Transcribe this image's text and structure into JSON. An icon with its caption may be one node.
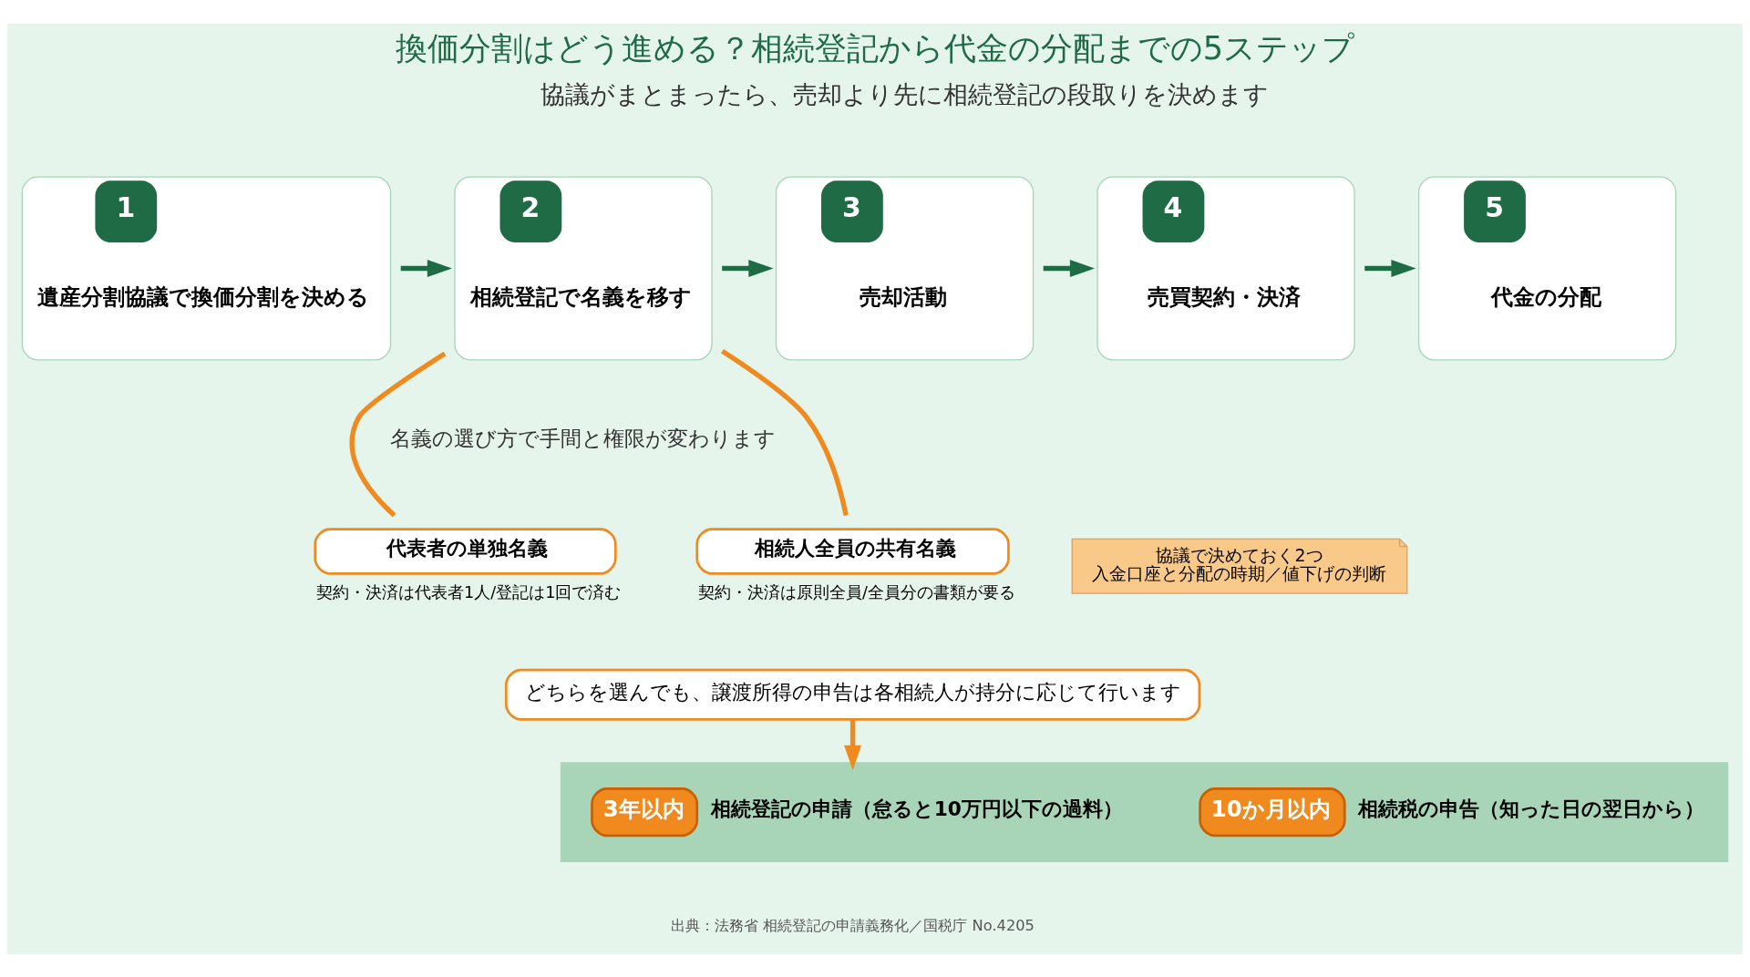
{
  "diagram": {
    "title": "換価分割はどう進める？相続登記から代金の分配までの5ステップ",
    "caption": "出典：法務省 相続登記の申請義務化／国税庁 No.4205",
    "nodes": [
      {
        "text": [
          "1",
          "遺産分割協議で換価分割を決める"
        ]
      },
      {
        "text": [
          "2",
          "相続登記で名義を移す"
        ]
      },
      {
        "text": [
          "3",
          "売却活動"
        ]
      },
      {
        "text": [
          "4",
          "売買契約・決済"
        ]
      },
      {
        "text": [
          "5",
          "代金の分配"
        ]
      },
      {
        "text": [
          "代表者の単独名義"
        ],
        "beside": [
          "契約・決済は代表者1人/登記は1回で済む"
        ]
      },
      {
        "text": [
          "相続人全員の共有名義"
        ],
        "beside": [
          "契約・決済は原則全員/全員分の書類が要る"
        ]
      },
      {
        "text": [
          "どちらを選んでも、譲渡所得の申告は各相続人が持分に応じて行います"
        ]
      },
      {
        "text": [],
        "shape": "bar"
      },
      {
        "text": [
          "3年以内"
        ],
        "beside": [
          "相続登記の申請（怠ると10万円以下の過料）"
        ],
        "in": 8
      },
      {
        "text": [
          "10か月以内"
        ],
        "beside": [
          "相続税の申告（知った日の翌日から）"
        ],
        "in": 8
      },
      {
        "text": [
          "協議で決めておく2つ",
          "入金口座と分配の時期／値下げの判断"
        ]
      }
    ],
    "edges": [
      {
        "from": 0,
        "to": 1,
        "arrow": "to"
      },
      {
        "from": 1,
        "to": 2,
        "arrow": "to"
      },
      {
        "from": 2,
        "to": 3,
        "arrow": "to"
      },
      {
        "from": 3,
        "to": 4,
        "arrow": "to"
      },
      {
        "from": 1,
        "to": 5,
        "arrow": "none",
        "color": "#f08a1e"
      },
      {
        "from": 1,
        "to": 6,
        "arrow": "none",
        "color": "#f08a1e"
      },
      {
        "from": 7,
        "to": 8,
        "arrow": "to",
        "color": "#f08a1e"
      }
    ],
    "labels": [
      "協議がまとまったら、売却より先に相続登記の段取りを決めます",
      "名義の選び方で手間と権限が変わります"
    ]
  }
}
